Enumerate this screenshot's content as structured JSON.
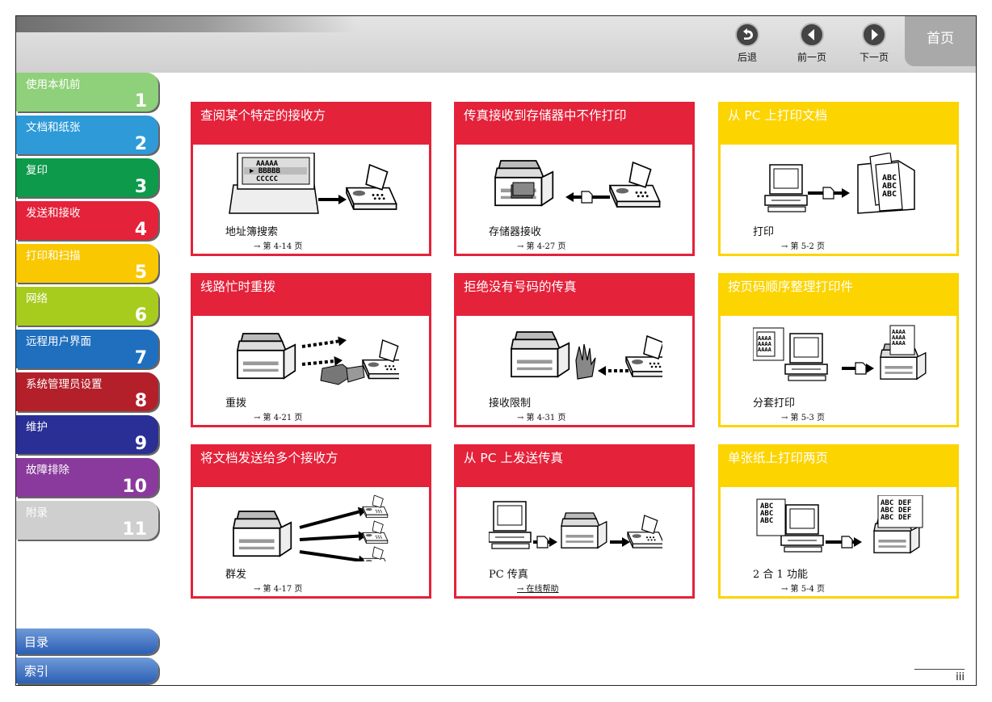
{
  "nav": {
    "back_label": "后退",
    "prev_label": "前一页",
    "next_label": "下一页",
    "home_label": "首页"
  },
  "sidebar": {
    "tabs": [
      {
        "name": "使用本机前",
        "num": "1",
        "color": "#8fd07a"
      },
      {
        "name": "文档和纸张",
        "num": "2",
        "color": "#2e9ad8"
      },
      {
        "name": "复印",
        "num": "3",
        "color": "#0d9a4a"
      },
      {
        "name": "发送和接收",
        "num": "4",
        "color": "#e4223a"
      },
      {
        "name": "打印和扫描",
        "num": "5",
        "color": "#f9c800"
      },
      {
        "name": "网络",
        "num": "6",
        "color": "#a8cc1e"
      },
      {
        "name": "远程用户界面",
        "num": "7",
        "color": "#1f6fbe"
      },
      {
        "name": "系统管理员设置",
        "num": "8",
        "color": "#b3202a"
      },
      {
        "name": "维护",
        "num": "9",
        "color": "#2a2f96"
      },
      {
        "name": "故障排除",
        "num": "10",
        "color": "#8a3a9c"
      },
      {
        "name": "附录",
        "num": "11",
        "color": "#cfcfcf"
      }
    ],
    "toc_label": "目录",
    "index_label": "索引"
  },
  "cards": [
    {
      "title": "查阅某个特定的接收方",
      "caption": "地址簿搜索",
      "ref": "→ 第 4-14 页",
      "color": "red",
      "illus": "addressbook",
      "lcd_lines": [
        "AAAAA",
        "▶ BBBBB",
        "CCCCC"
      ]
    },
    {
      "title": "传真接收到存储器中不作打印",
      "caption": "存储器接收",
      "ref": "→ 第 4-27 页",
      "color": "red",
      "illus": "memory"
    },
    {
      "title": "从 PC 上打印文档",
      "caption": "打印",
      "ref": "→ 第 5-2 页",
      "color": "yellow",
      "illus": "print",
      "sheet_text": "ABC"
    },
    {
      "title": "线路忙时重拨",
      "caption": "重拨",
      "ref": "→ 第 4-21 页",
      "color": "red",
      "illus": "redial"
    },
    {
      "title": "拒绝没有号码的传真",
      "caption": "接收限制",
      "ref": "→ 第 4-31 页",
      "color": "red",
      "illus": "reject"
    },
    {
      "title": "按页码顺序整理打印件",
      "caption": "分套打印",
      "ref": "→ 第 5-3 页",
      "color": "yellow",
      "illus": "collate",
      "sheet_text": "AAAA"
    },
    {
      "title": "将文档发送给多个接收方",
      "caption": "群发",
      "ref": "→ 第 4-17 页",
      "color": "red",
      "illus": "broadcast"
    },
    {
      "title": "从 PC 上发送传真",
      "caption": "PC 传真",
      "ref": "→ 在线帮助",
      "color": "red",
      "illus": "pcfax",
      "ref_is_link": true
    },
    {
      "title": "单张纸上打印两页",
      "caption": "2 合 1 功能",
      "ref": "→ 第 5-4 页",
      "color": "yellow",
      "illus": "twoinone",
      "sheet_text": "ABC",
      "sheet_text_2": "DEF"
    }
  ],
  "footer": {
    "page_number": "iii"
  }
}
